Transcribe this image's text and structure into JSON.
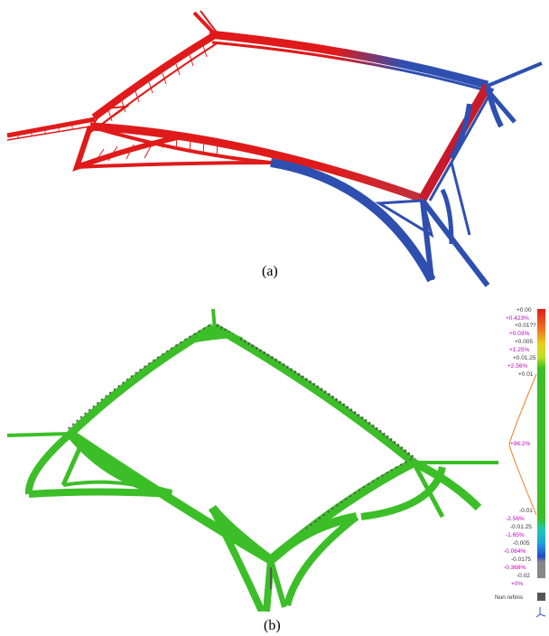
{
  "captions": {
    "a": "(a)",
    "b": "(b)"
  },
  "colors": {
    "wire_red": "#e01a1a",
    "wire_blue": "#2e4fb0",
    "deviation_green": "#3cbe28",
    "no_data_gray": "#555555",
    "label_magenta": "#c000c0",
    "curve_orange": "#f08020"
  },
  "color_scale": {
    "labels_top": [
      "+0.00",
      "+0.423%",
      "+0.01??",
      "+0.03%",
      "+0.005",
      "+1.25%",
      "+0.01.25",
      "+2.56%",
      "+0.01"
    ],
    "label_center": "+96.2%",
    "labels_bottom": [
      "-0.01",
      "-2.56%",
      "-0.01.25",
      "-1.65%",
      "-0.005",
      "-0.064%",
      "-0.0175",
      "-0.368%",
      "-0.02",
      "+0%"
    ],
    "no_data_label": "Nun refinis",
    "axis_icon": "xyz-axis-icon"
  }
}
